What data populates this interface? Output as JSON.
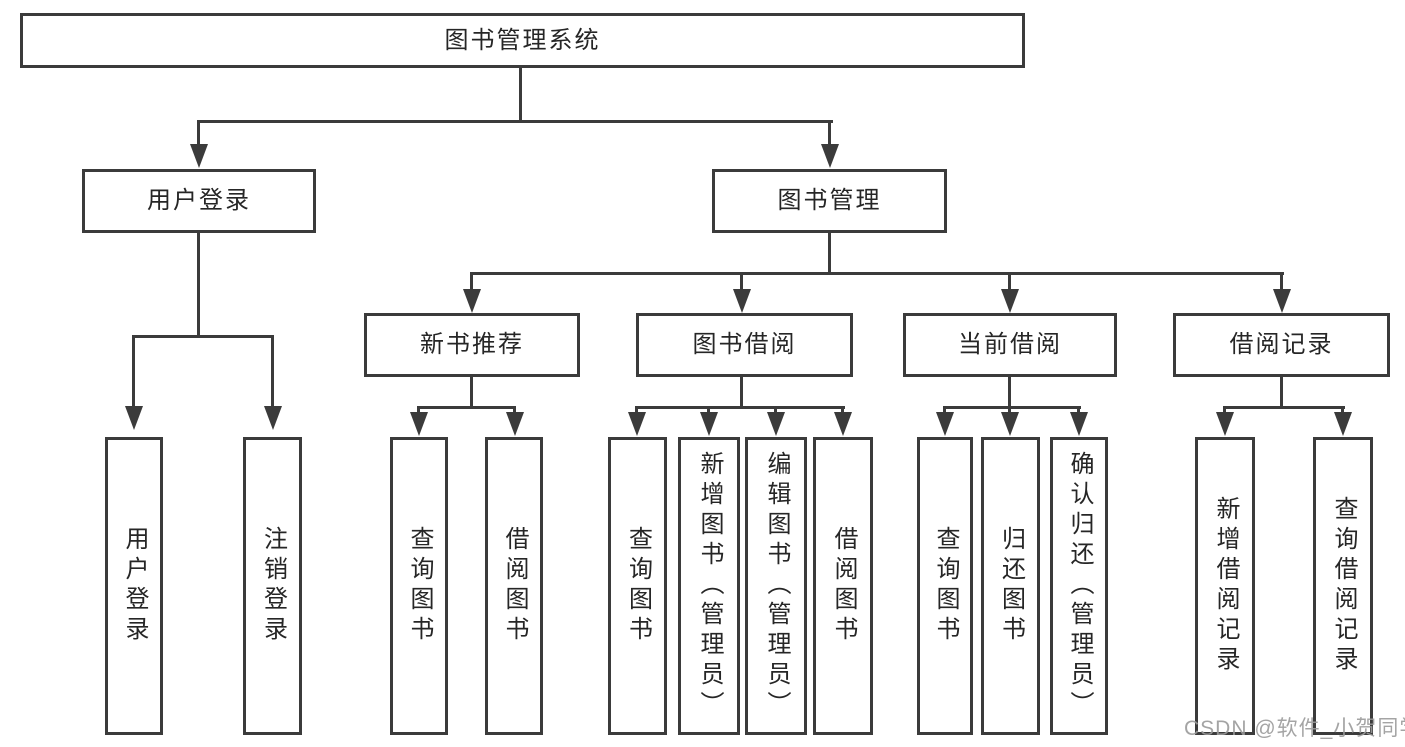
{
  "colors": {
    "line": "#3b3b3b",
    "text": "#262626",
    "watermark": "#9b9b9b",
    "background": "#ffffff"
  },
  "watermark": {
    "text": "CSDN @软件_小贺同学"
  },
  "tree": {
    "label": "图书管理系统",
    "children": [
      {
        "label": "用户登录",
        "children": [
          {
            "label": "用户登录"
          },
          {
            "label": "注销登录"
          }
        ]
      },
      {
        "label": "图书管理",
        "children": [
          {
            "label": "新书推荐",
            "children": [
              {
                "label": "查询图书"
              },
              {
                "label": "借阅图书"
              }
            ]
          },
          {
            "label": "图书借阅",
            "children": [
              {
                "label": "查询图书"
              },
              {
                "label": "新增图书（管理员）"
              },
              {
                "label": "编辑图书（管理员）"
              },
              {
                "label": "借阅图书"
              }
            ]
          },
          {
            "label": "当前借阅",
            "children": [
              {
                "label": "查询图书"
              },
              {
                "label": "归还图书"
              },
              {
                "label": "确认归还（管理员）"
              }
            ]
          },
          {
            "label": "借阅记录",
            "children": [
              {
                "label": "新增借阅记录"
              },
              {
                "label": "查询借阅记录"
              }
            ]
          }
        ]
      }
    ]
  }
}
